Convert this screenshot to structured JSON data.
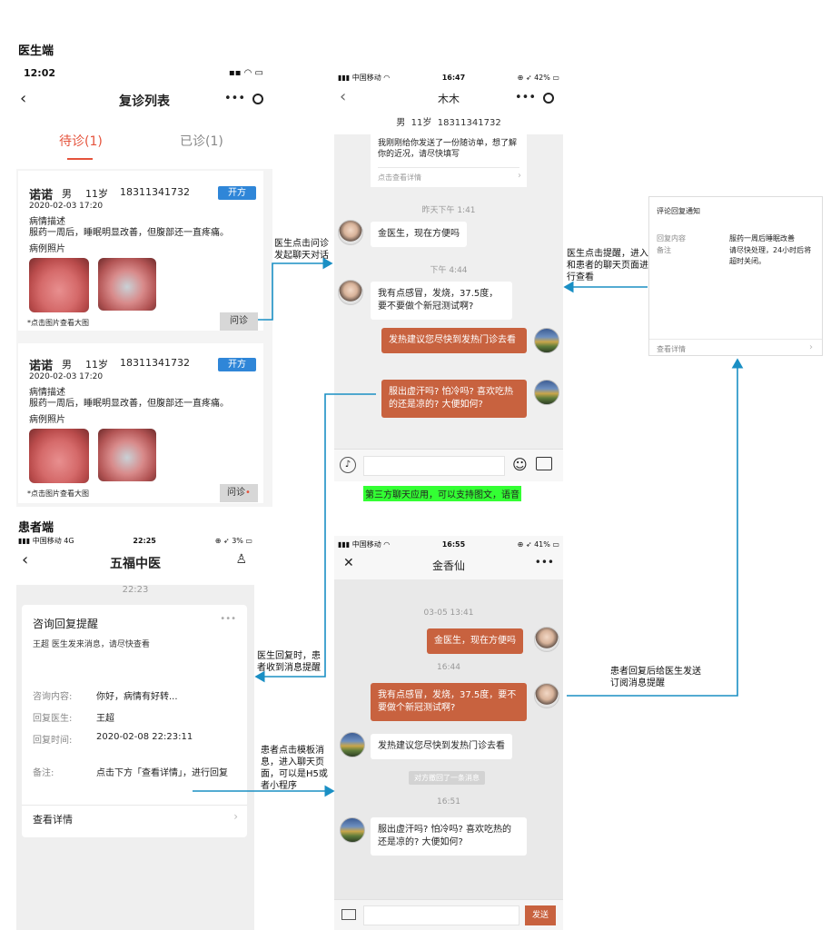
{
  "labels": {
    "doctor_side": "医生端",
    "patient_side": "患者端",
    "third_party": "第三方聊天应用，可以支持图文，语音"
  },
  "doctor_list": {
    "status_time": "12:02",
    "title": "复诊列表",
    "tab_pending": "待诊(1)",
    "tab_done": "已诊(1)",
    "cards": [
      {
        "name": "诺诺",
        "gender": "男",
        "age": "11岁",
        "phone": "18311341732",
        "btn": "开方",
        "date": "2020-02-03 17:20",
        "desc_title": "病情描述",
        "desc": "服药一周后，睡眠明显改善，但腹部还一直疼痛。",
        "photo_title": "病例照片",
        "hint": "*点击图片查看大图",
        "consult": "问诊"
      },
      {
        "name": "诺诺",
        "gender": "男",
        "age": "11岁",
        "phone": "18311341732",
        "btn": "开方",
        "date": "2020-02-03 17:20",
        "desc_title": "病情描述",
        "desc": "服药一周后，睡眠明显改善，但腹部还一直疼痛。",
        "photo_title": "病例照片",
        "hint": "*点击图片查看大图",
        "consult": "问诊"
      }
    ]
  },
  "doctor_chat": {
    "carrier": "中国移动",
    "time": "16:47",
    "battery": "42%",
    "title": "木木",
    "info_gender": "男",
    "info_age": "11岁",
    "info_phone": "18311341732",
    "card_text": "我刚刚给你发送了一份随访单，想了解你的近况，请尽快填写",
    "card_link": "点击查看详情",
    "time1": "昨天下午 1:41",
    "msg1": "金医生，现在方便吗",
    "time2": "下午 4:44",
    "msg2": "我有点感冒，发烧，37.5度，要不要做个新冠测试啊?",
    "msg3": "发热建议您尽快到发热门诊去看",
    "msg4": "服出虚汗吗? 怕冷吗? 喜欢吃热的还是凉的? 大便如何?"
  },
  "notify_card": {
    "title": "评论回复通知",
    "k1": "回复内容",
    "v1": "服药一周后睡眠改善",
    "k2": "备注",
    "v2": "请尽快处理，24小时后将超时关闭。",
    "link": "查看详情"
  },
  "patient_notice": {
    "carrier": "中国移动",
    "network": "4G",
    "time": "22:25",
    "battery": "3%",
    "title": "五福中医",
    "stamp": "22:23",
    "card_title": "咨询回复提醒",
    "card_sub": "王超 医生发来消息，请尽快查看",
    "k1": "咨询内容:",
    "v1": "你好，病情有好转...",
    "k2": "回复医生:",
    "v2": "王超",
    "k3": "回复时间:",
    "v3": "2020-02-08 22:23:11",
    "k4": "备注:",
    "v4": "点击下方「查看详情」，进行回复",
    "link": "查看详情"
  },
  "patient_chat": {
    "carrier": "中国移动",
    "time": "16:55",
    "battery": "41%",
    "title": "金香仙",
    "time1": "03-05 13:41",
    "msg1": "金医生，现在方便吗",
    "time2": "16:44",
    "msg2": "我有点感冒，发烧，37.5度，要不要做个新冠测试啊?",
    "msg3": "发热建议您尽快到发热门诊去看",
    "recall": "对方撤回了一条消息",
    "time3": "16:51",
    "msg4": "服出虚汗吗? 怕冷吗? 喜欢吃热的还是凉的? 大便如何?",
    "send": "发送"
  },
  "annotations": {
    "a1": "医生点击问诊发起聊天对话",
    "a2": "医生点击提醒，进入和患者的聊天页面进行查看",
    "a3": "医生回复时，患者收到消息提醒",
    "a4": "患者点击模板消息，进入聊天页面，可以是H5或者小程序",
    "a5": "患者回复后给医生发送订阅消息提醒"
  },
  "colors": {
    "accent_red": "#e5533c",
    "bubble_orange": "#c8623f",
    "btn_blue": "#2f86d8",
    "arrow_blue": "#1a8fc4",
    "highlight_green": "#33ff33"
  }
}
